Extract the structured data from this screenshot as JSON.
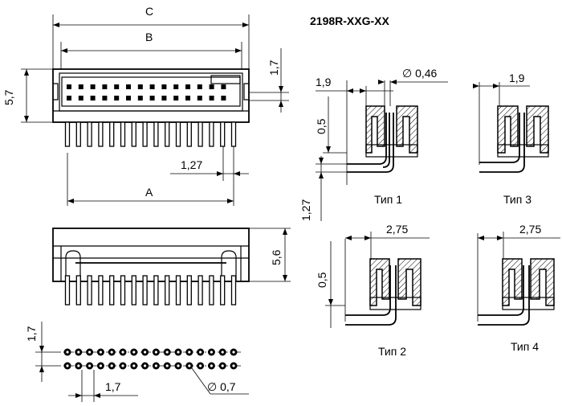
{
  "title": "2198R-XXG-XX",
  "dims": {
    "c": "C",
    "b": "B",
    "a": "A",
    "h57": "5,7",
    "h17": "1,7",
    "p127": "1,27",
    "h56": "5,6",
    "g17v": "1,7",
    "g17h": "1,7",
    "d07": "∅ 0,7",
    "t19a": "1,9",
    "d046": "∅ 0,46",
    "t05a": "0,5",
    "t127v": "1,27",
    "t19b": "1,9",
    "t275a": "2,75",
    "t05b": "0,5",
    "t275b": "2,75"
  },
  "types": {
    "t1": "Тип 1",
    "t2": "Тип 2",
    "t3": "Тип 3",
    "t4": "Тип 4"
  }
}
